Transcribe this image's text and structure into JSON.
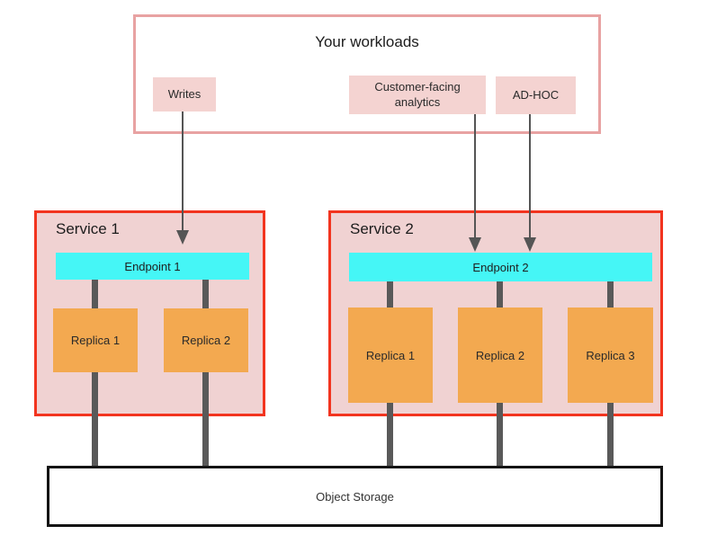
{
  "diagram": {
    "workloads": {
      "title": "Your workloads",
      "items": [
        {
          "label": "Writes"
        },
        {
          "label": "Customer-facing analytics"
        },
        {
          "label": "AD-HOC"
        }
      ]
    },
    "services": [
      {
        "title": "Service 1",
        "endpoint": "Endpoint 1",
        "replicas": [
          "Replica 1",
          "Replica 2"
        ]
      },
      {
        "title": "Service 2",
        "endpoint": "Endpoint 2",
        "replicas": [
          "Replica 1",
          "Replica 2",
          "Replica 3"
        ]
      }
    ],
    "storage": {
      "label": "Object Storage"
    },
    "colors": {
      "workloads-border": "#e8a2a2",
      "label-fill": "#f4d3d1",
      "service-border": "#f2341f",
      "service-fill": "#f0d2d2",
      "endpoint-fill": "#45f6f6",
      "replica-fill": "#f3a950",
      "connector": "#595959",
      "arrow": "#555555",
      "storage-border": "#141414",
      "text": "#222222"
    }
  }
}
